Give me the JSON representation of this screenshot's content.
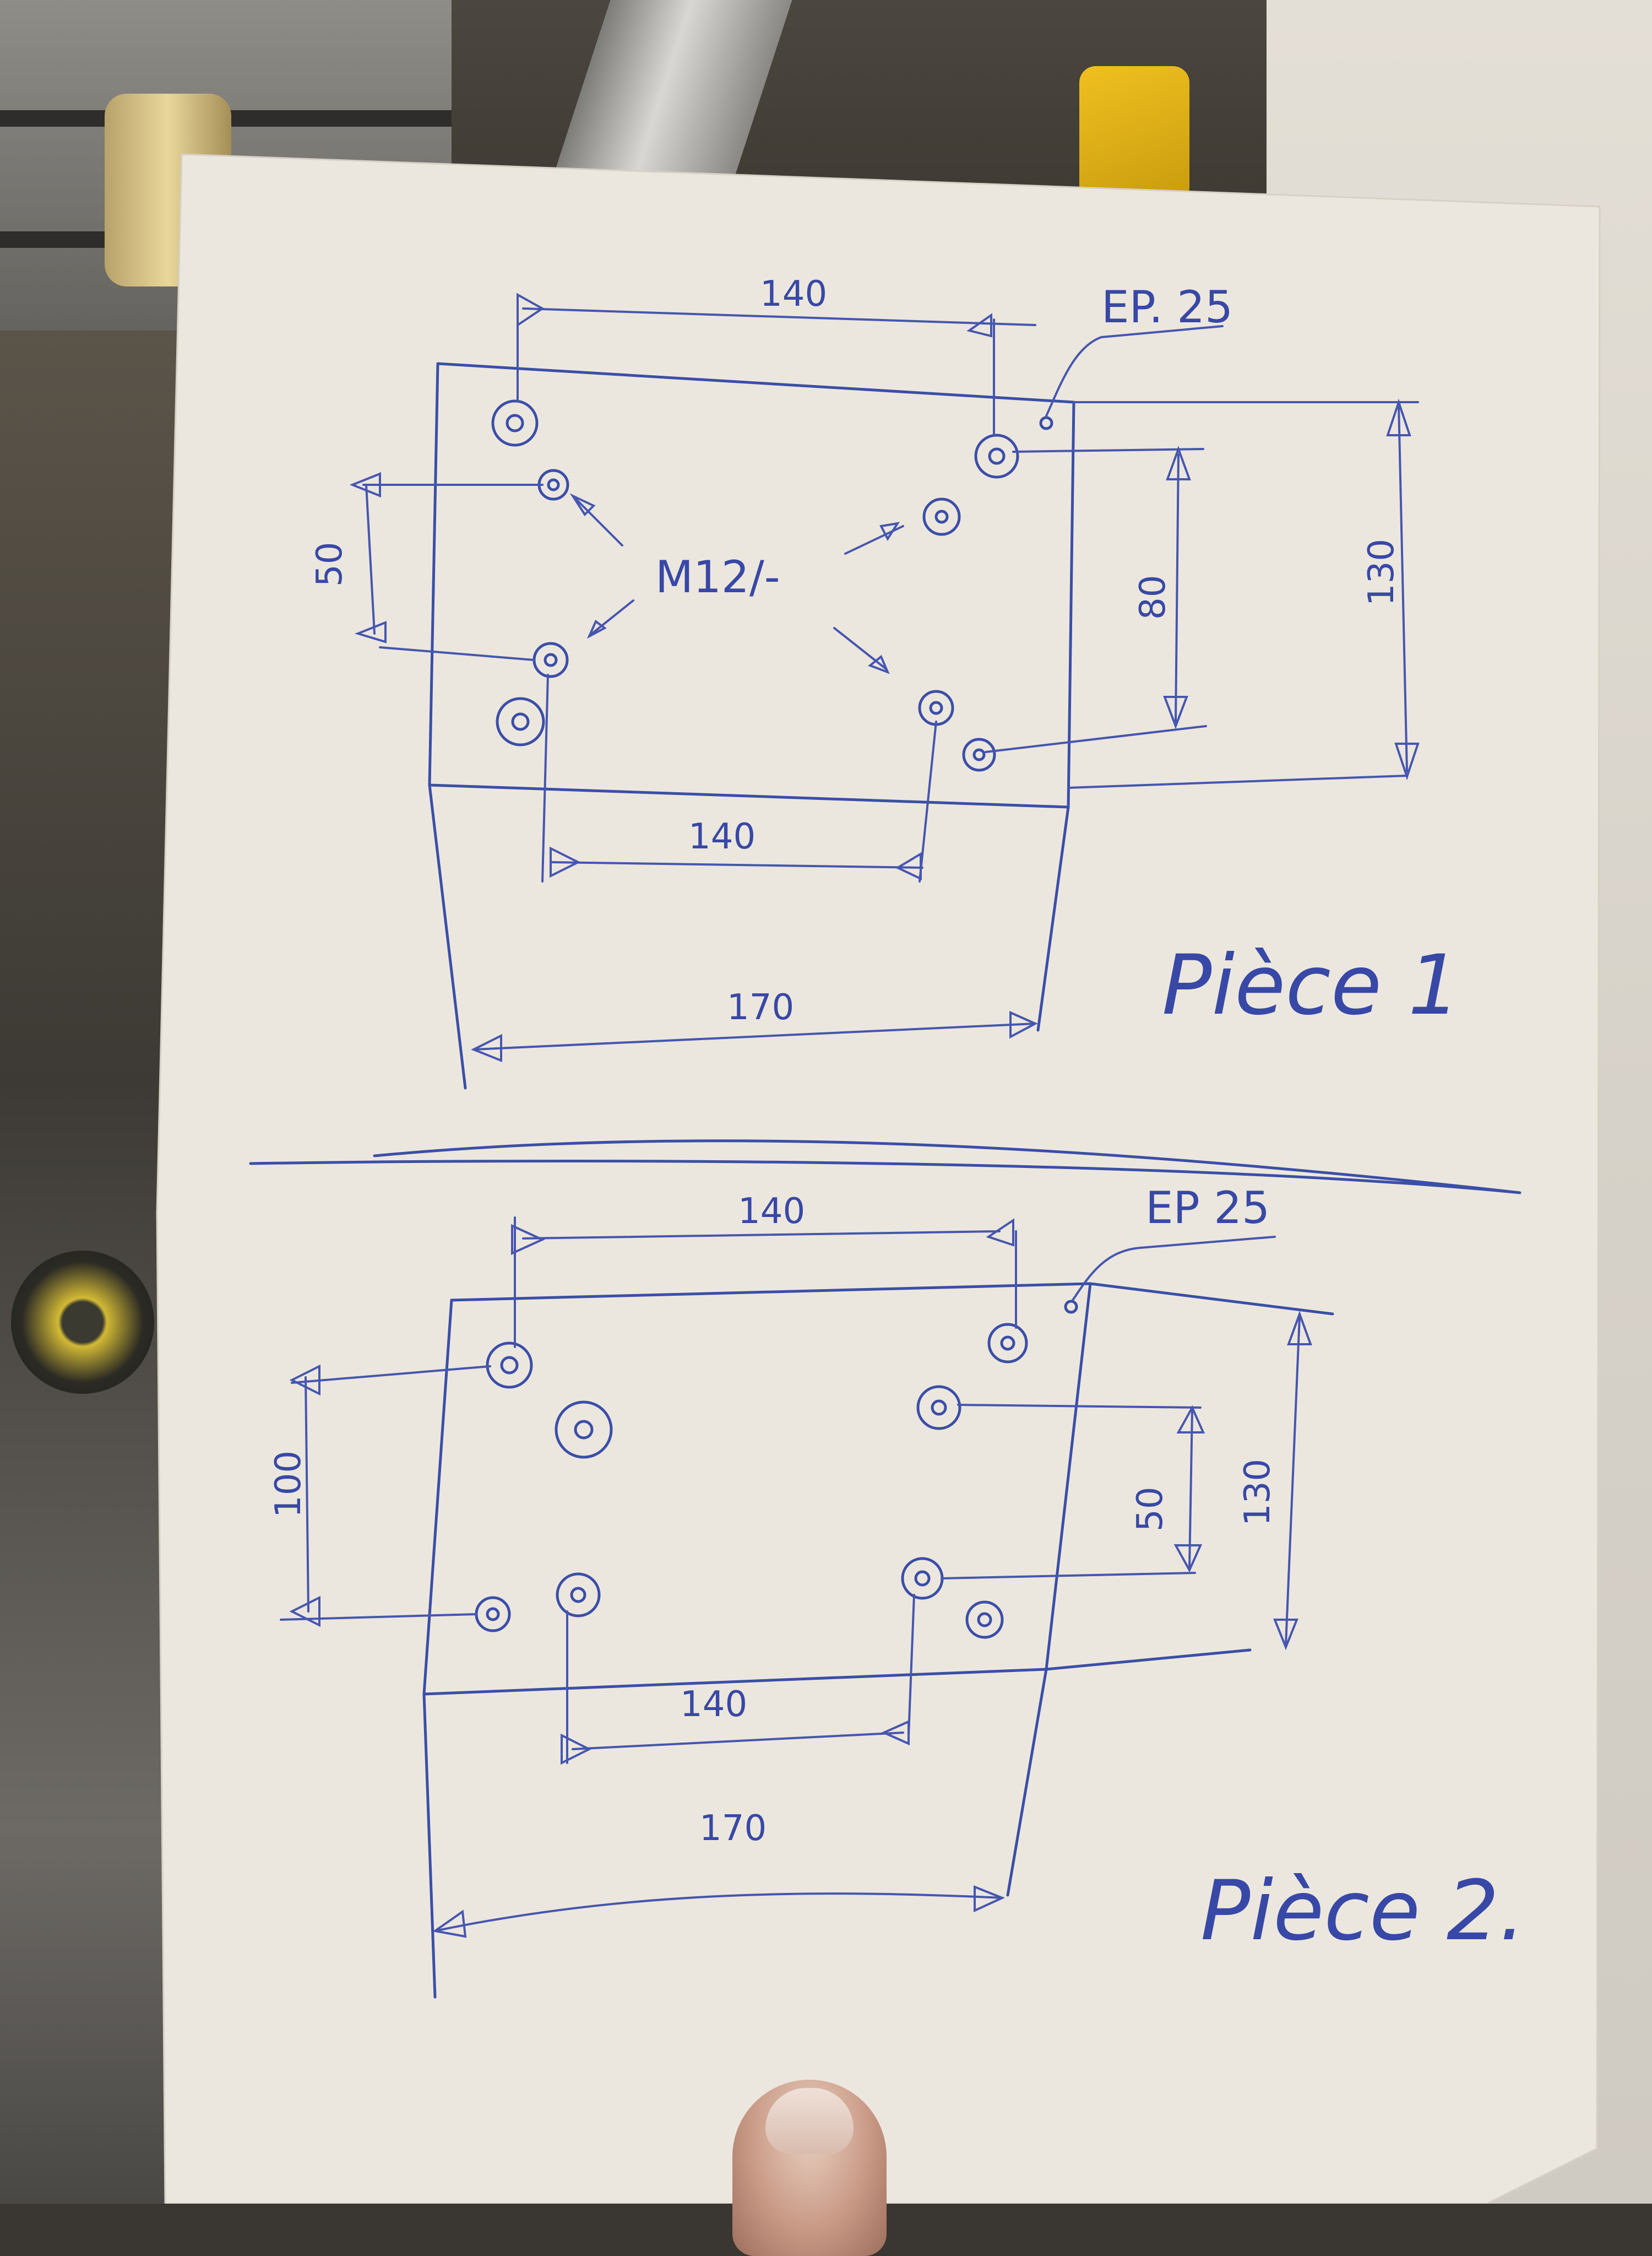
{
  "colors": {
    "ink": "#3b4ea8",
    "paper": "#ede8df"
  },
  "piece1": {
    "title": "Pièce 1",
    "thickness_note": "EP. 25",
    "thread_note": "M12/-",
    "dim_top": "140",
    "dim_left": "50",
    "dim_right_inner": "80",
    "dim_right_outer": "130",
    "dim_bottom_inner": "140",
    "dim_bottom_outer": "170"
  },
  "piece2": {
    "title": "Pièce 2.",
    "thickness_note": "EP 25",
    "dim_top": "140",
    "dim_left": "100",
    "dim_right_inner": "50",
    "dim_right_outer": "130",
    "dim_bottom_inner": "140",
    "dim_bottom_outer": "170"
  }
}
